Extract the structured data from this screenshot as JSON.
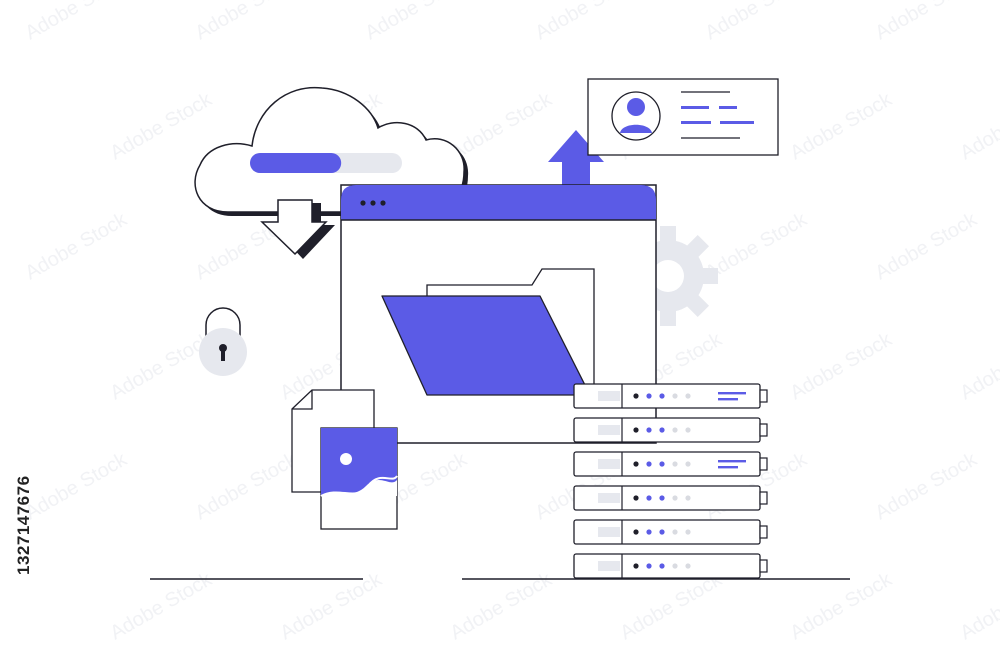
{
  "watermark": {
    "stock_id": "1327147676",
    "repeat_text": "Adobe Stock"
  },
  "colors": {
    "accent": "#5b5be6",
    "outline": "#1f1f2a",
    "muted": "#e6e8ee",
    "light_gray": "#d9dbe1",
    "background": "#ffffff"
  },
  "illustration": {
    "cloud_progress": 0.6,
    "server_rack_count": 6,
    "dots_per_server": 5
  }
}
